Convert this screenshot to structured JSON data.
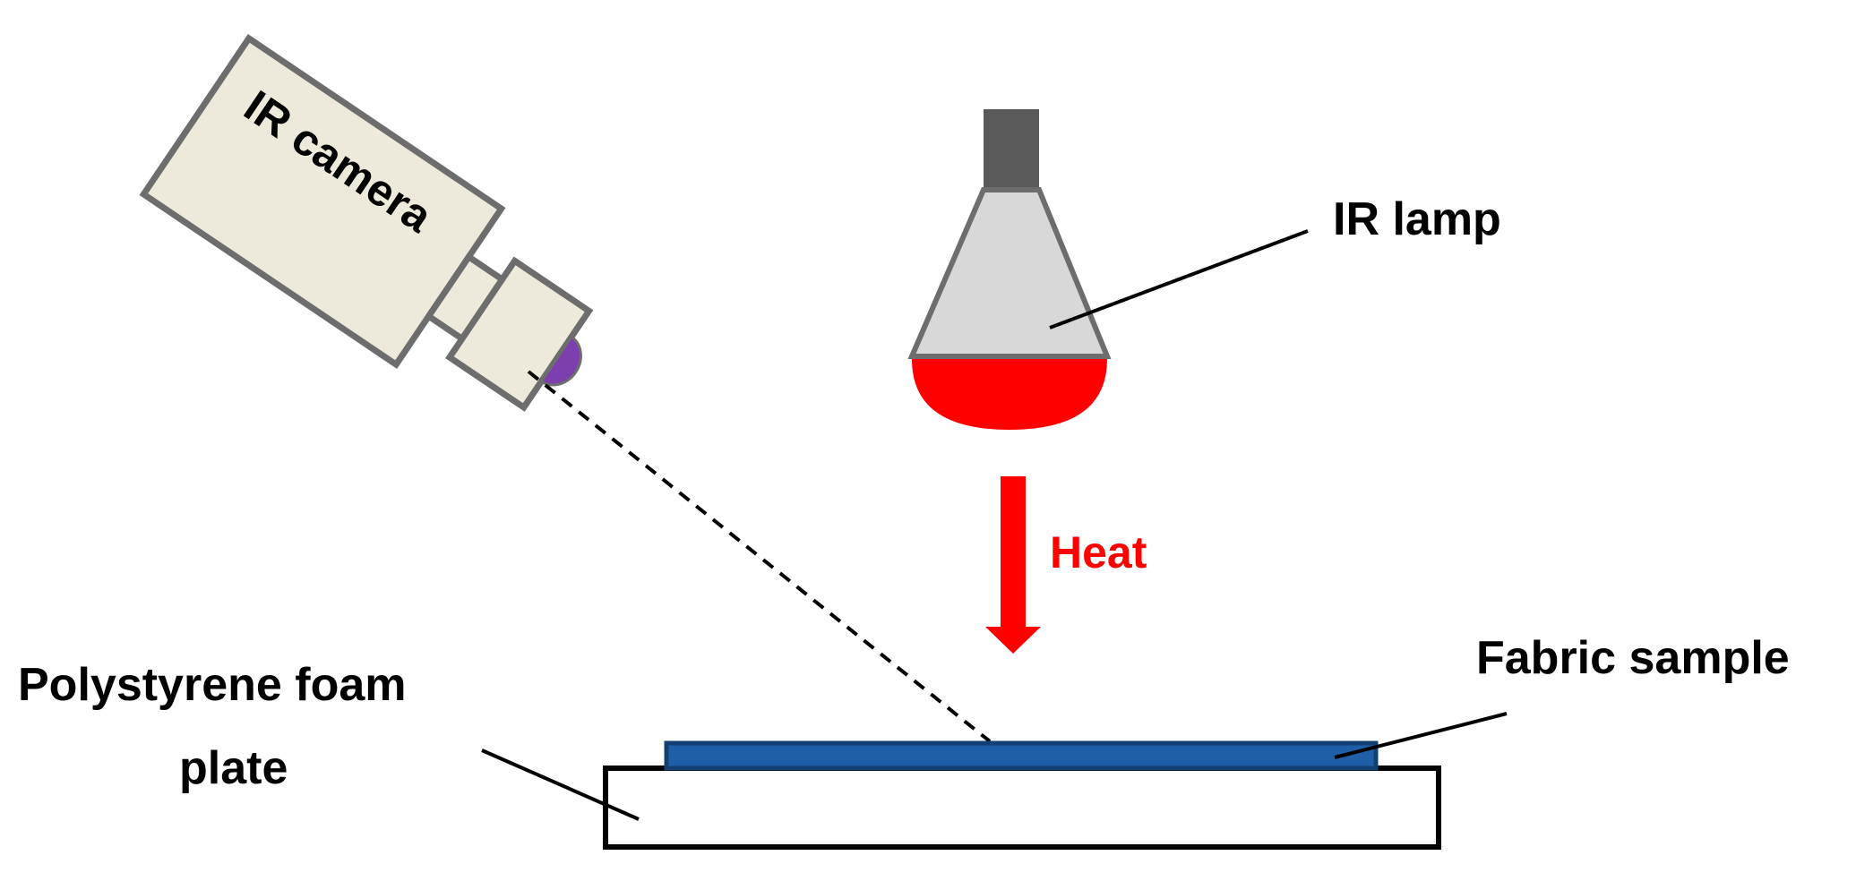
{
  "labels": {
    "camera": "IR camera",
    "lamp": "IR lamp",
    "heat": "Heat",
    "fabric": "Fabric sample",
    "foam_line1": "Polystyrene foam",
    "foam_line2": "plate"
  },
  "colors": {
    "background": "#ffffff",
    "outline": "#6d6d6d",
    "camera_body": "#eeeadb",
    "camera_lens": "#7d3fb0",
    "lamp_socket": "#595959",
    "lamp_shade": "#d8d8d8",
    "lamp_bulb": "#ff0000",
    "heat_arrow": "#ff0000",
    "heat_text": "#ff0000",
    "fabric_fill": "#1f5fa8",
    "fabric_border": "#143f73",
    "foam_plate_fill": "#ffffff",
    "foam_plate_border": "#000000",
    "leader_lines": "#000000",
    "sight_line": "#000000",
    "text": "#000000"
  }
}
